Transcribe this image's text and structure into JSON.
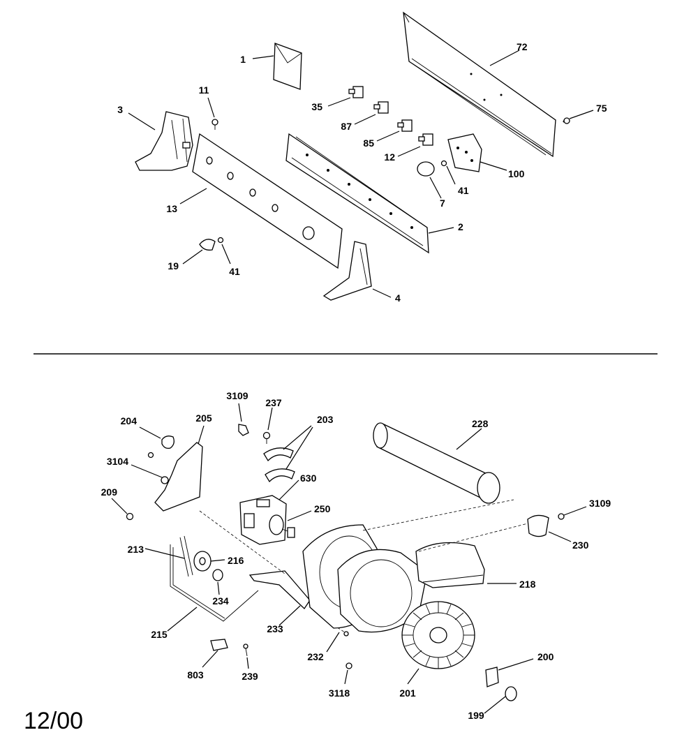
{
  "date_code": "12/00",
  "callouts": {
    "c1": "1",
    "c72": "72",
    "c11": "11",
    "c3": "3",
    "c35": "35",
    "c75": "75",
    "c87": "87",
    "c85": "85",
    "c12": "12",
    "c100": "100",
    "c41a": "41",
    "c13": "13",
    "c7": "7",
    "c2": "2",
    "c19": "19",
    "c41b": "41",
    "c4": "4",
    "c3109a": "3109",
    "c237": "237",
    "c203": "203",
    "c204": "204",
    "c205": "205",
    "c228": "228",
    "c3104": "3104",
    "c630": "630",
    "c209": "209",
    "c250": "250",
    "c3109b": "3109",
    "c230": "230",
    "c213": "213",
    "c216": "216",
    "c218": "218",
    "c234": "234",
    "c215": "215",
    "c233": "233",
    "c232": "232",
    "c200": "200",
    "c803": "803",
    "c239": "239",
    "c3118": "3118",
    "c201": "201",
    "c199": "199"
  }
}
